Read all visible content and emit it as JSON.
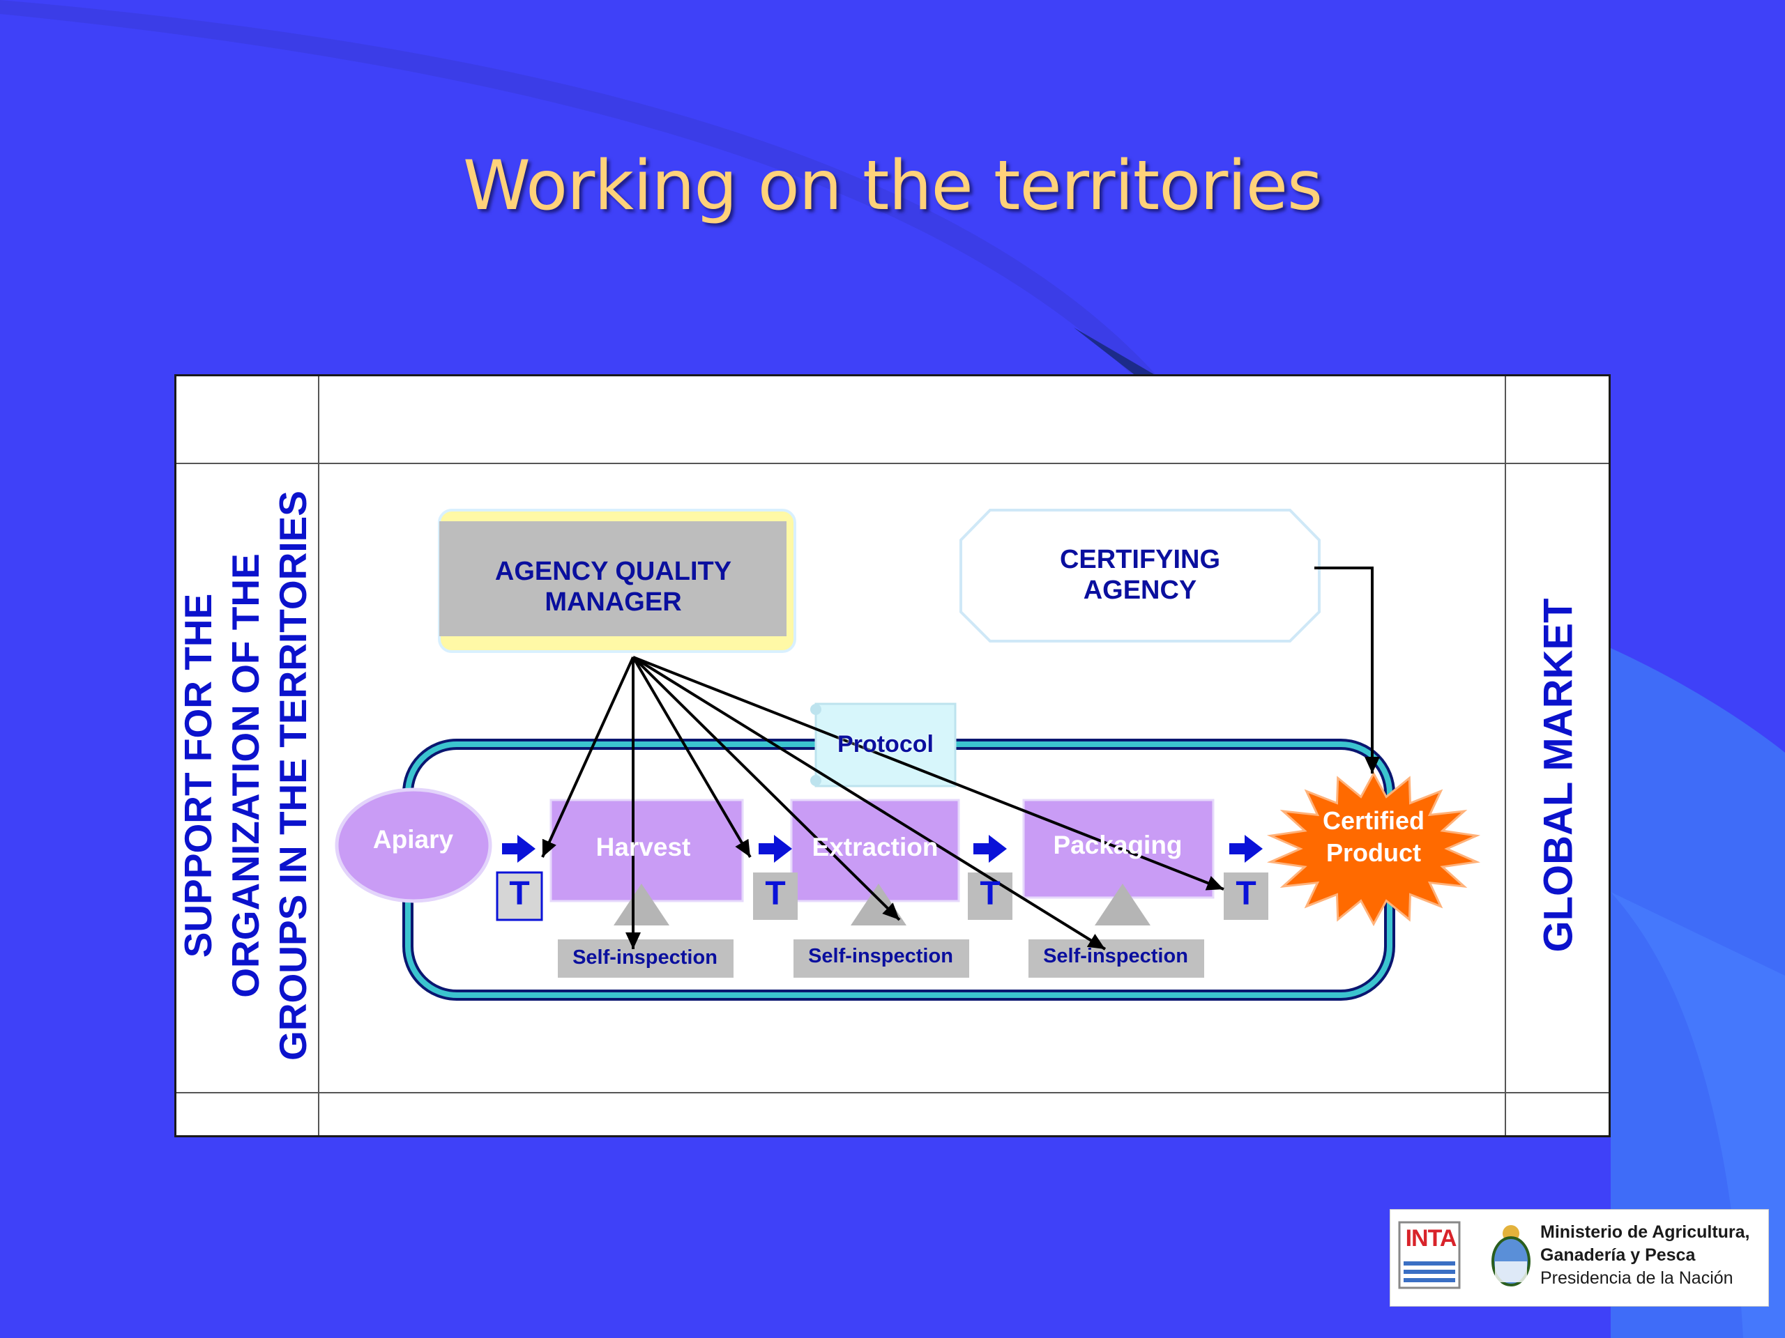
{
  "title": "Working on the territories",
  "left_band": {
    "line1": "SUPPORT FOR THE",
    "line2": "ORGANIZATION OF THE",
    "line3": "GROUPS IN THE TERRITORIES"
  },
  "right_band": "GLOBAL MARKET",
  "nodes": {
    "agency_quality_manager": {
      "line1": "AGENCY QUALITY",
      "line2": "MANAGER"
    },
    "certifying_agency": {
      "line1": "CERTIFYING",
      "line2": "AGENCY"
    },
    "protocol": "Protocol",
    "apiary": "Apiary",
    "harvest": "Harvest",
    "extraction": "Extraction",
    "packaging": "Packaging",
    "certified_product": {
      "line1": "Certified",
      "line2": "Product"
    }
  },
  "traceability_marks": [
    "T",
    "T",
    "T",
    "T"
  ],
  "self_inspection": [
    "Self-inspection",
    "Self-inspection",
    "Self-inspection"
  ],
  "footer": {
    "inta_logo": "INTA",
    "ministry_line1": "Ministerio de Agricultura,",
    "ministry_line2": "Ganadería y Pesca",
    "ministry_line3": "Presidencia de la Nación"
  },
  "colors": {
    "background": "#3f41f8",
    "title": "#ffd27a",
    "diagram_text": "#0b12cc",
    "process_box": "#c99cf5",
    "certified_burst": "#ff6a00",
    "pipeline_border": "#3cc4cf"
  }
}
